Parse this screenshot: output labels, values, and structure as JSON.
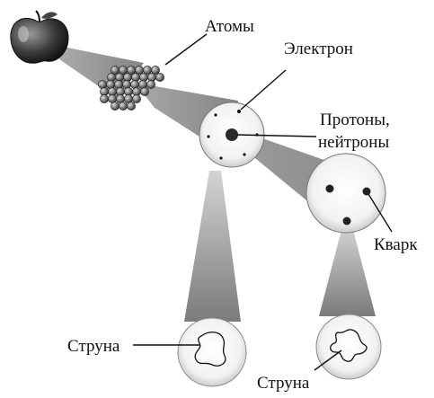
{
  "labels": {
    "atoms": "Атомы",
    "electron": "Электрон",
    "nucleons_line1": "Протоны,",
    "nucleons_line2": "нейтроны",
    "quark": "Кварк",
    "string_left": "Струна",
    "string_right": "Струна"
  },
  "colors": {
    "ink": "#111111",
    "beam": "#8a8a8a",
    "background": "#ffffff"
  },
  "icons": {
    "apple": "apple-icon"
  }
}
